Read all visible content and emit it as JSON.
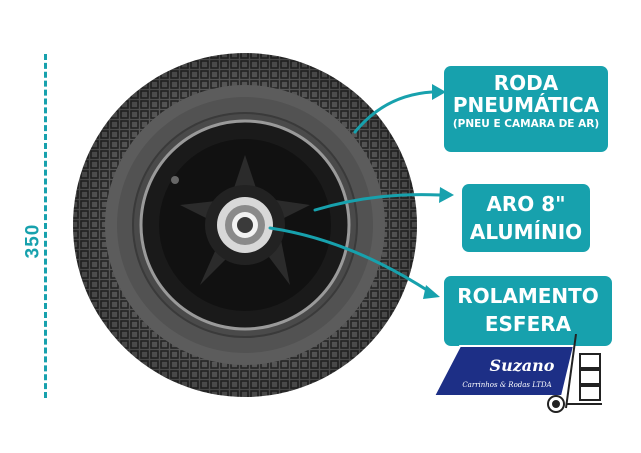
{
  "dimension": {
    "label": "350"
  },
  "labels": {
    "roda": {
      "line1": "RODA",
      "line2": "PNEUMÁTICA",
      "line3": "(PNEU E CAMARA DE AR)"
    },
    "aro": {
      "line1": "ARO 8\"",
      "line2": "ALUMÍNIO"
    },
    "rolamento": {
      "line1": "ROLAMENTO",
      "line2": "ESFERA"
    }
  },
  "logo": {
    "name": "Suzano",
    "subtitle": "Carrinhos & Rodas LTDA"
  },
  "colors": {
    "accent": "#17a1ad",
    "logo_blue": "#1d2f86",
    "tire": "#5a5a5a"
  }
}
